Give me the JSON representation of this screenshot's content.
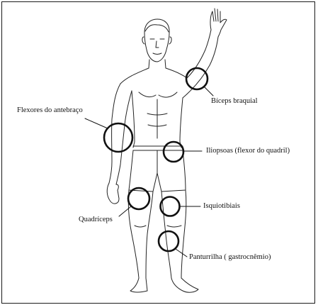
{
  "labels": {
    "biceps": "Bíceps braquial",
    "forearm_flexors": "Flexores do antebraço",
    "iliopsoas": "Iliopsoas (flexor do quadril)",
    "hamstrings": "Isquiotibiais",
    "quadriceps": "Quadríceps",
    "calf": "Panturrilha ( gastrocnêmio)"
  },
  "colors": {
    "line": "#1a1a1a",
    "background": "#ffffff"
  }
}
